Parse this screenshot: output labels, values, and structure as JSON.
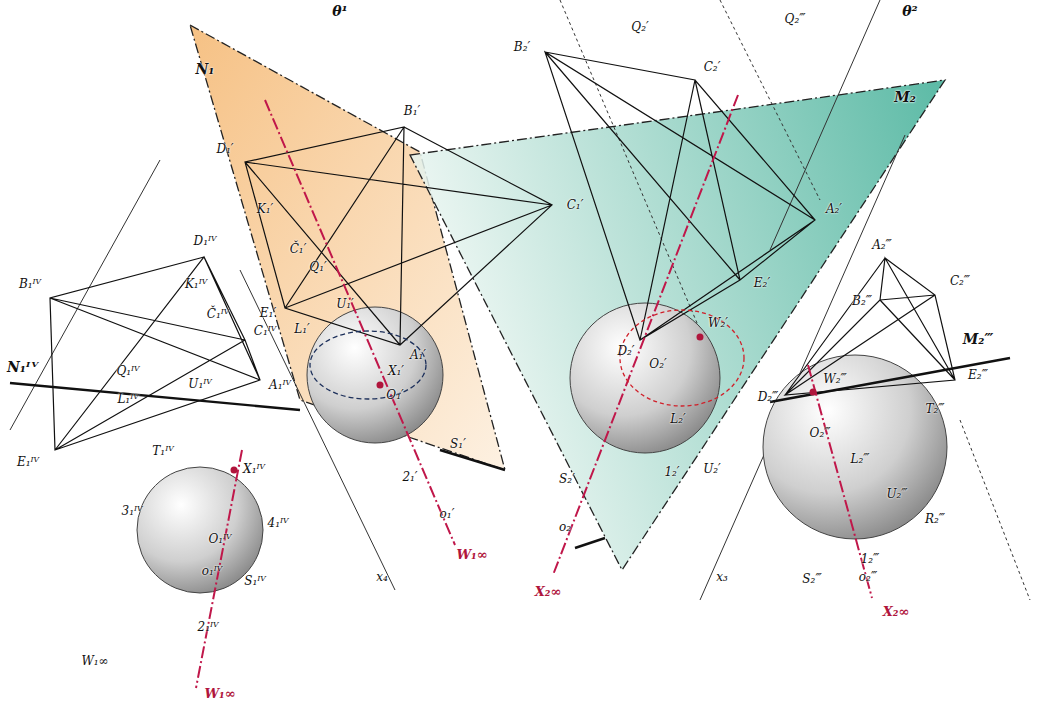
{
  "diagram": {
    "labels": [
      "θ¹",
      "θ²",
      "N₁",
      "M₂",
      "B₁′",
      "C₁′",
      "D₁′",
      "E₁′",
      "A₁′",
      "K₁′",
      "Č₁′",
      "Q₁′",
      "U₁′",
      "X₁′",
      "S₁′",
      "O₁′",
      "o₁′",
      "W₁∞",
      "L₁′",
      "2₁′",
      "D₁ᴵⱽ",
      "B₁ᴵⱽ",
      "C₁ᴵⱽ",
      "E₁ᴵⱽ",
      "A₁ᴵⱽ",
      "N₁ᴵⱽ",
      "X₁ᴵⱽ",
      "K₁ᴵⱽ",
      "Č₁ᴵⱽ",
      "Q₁ᴵⱽ",
      "U₁ᴵⱽ",
      "L₁ᴵⱽ",
      "T₁ᴵⱽ",
      "O₁ᴵⱽ",
      "o₁ᴵⱽ",
      "S₁ᴵⱽ",
      "3₁ᴵⱽ",
      "4₁ᴵⱽ",
      "2₁ᴵⱽ",
      "W₁∞",
      "W₁∞",
      "x₄",
      "B₂′",
      "C₂′",
      "A₂′",
      "E₂′",
      "W₂′",
      "D₂′",
      "O₂′",
      "L₂′",
      "1₂′",
      "S₂′",
      "U₂′",
      "o₂",
      "X₂∞",
      "x₃",
      "Q₂′",
      "Q₂‴",
      "A₂‴",
      "C₂‴",
      "B₂‴",
      "M₂‴",
      "E₂‴",
      "D₂‴",
      "W₂‴",
      "O₂‴",
      "L₂‴",
      "U₂‴",
      "1₂‴",
      "o₂‴",
      "S₂‴",
      "X₂∞",
      "T₂‴",
      "R₂‴"
    ]
  }
}
